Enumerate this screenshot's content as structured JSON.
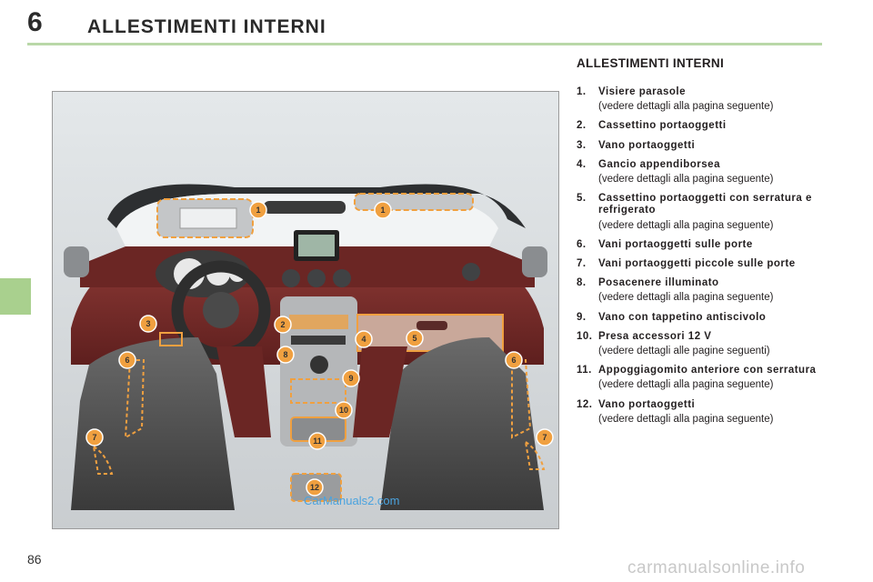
{
  "header": {
    "chapter_number": "6",
    "chapter_title": "ALLESTIMENTI INTERNI"
  },
  "legend": {
    "title": "ALLESTIMENTI INTERNI",
    "items": [
      {
        "num": "1.",
        "label": "Visiere parasole",
        "note": "(vedere dettagli alla pagina seguente)"
      },
      {
        "num": "2.",
        "label": "Cassettino portaoggetti",
        "note": ""
      },
      {
        "num": "3.",
        "label": "Vano portaoggetti",
        "note": ""
      },
      {
        "num": "4.",
        "label": "Gancio appendiborsea",
        "note": "(vedere dettagli alla pagina seguente)"
      },
      {
        "num": "5.",
        "label": "Cassettino portaoggetti con serratura e refrigerato",
        "note": "(vedere dettagli alla pagina seguente)"
      },
      {
        "num": "6.",
        "label": "Vani portaoggetti sulle porte",
        "note": ""
      },
      {
        "num": "7.",
        "label": "Vani portaoggetti piccole sulle porte",
        "note": ""
      },
      {
        "num": "8.",
        "label": "Posacenere illuminato",
        "note": "(vedere dettagli alla pagina seguente)"
      },
      {
        "num": "9.",
        "label": "Vano con tappetino antiscivolo",
        "note": ""
      },
      {
        "num": "10.",
        "label": "Presa accessori 12 V",
        "note": "(vedere dettagli alle pagine seguenti)"
      },
      {
        "num": "11.",
        "label": "Appoggiagomito anteriore con serratura",
        "note": "(vedere dettagli alla pagina seguente)"
      },
      {
        "num": "12.",
        "label": "Vano portaoggetti",
        "note": "(vedere dettagli alla pagina seguente)"
      }
    ]
  },
  "illustration": {
    "callouts": [
      "1",
      "1",
      "2",
      "3",
      "4",
      "5",
      "6",
      "6",
      "7",
      "7",
      "8",
      "9",
      "10",
      "11",
      "12"
    ],
    "watermark": "CarManuals2.com"
  },
  "footer": {
    "page_number": "86",
    "watermark": "carmanualsonline.info"
  },
  "colors": {
    "accent_green": "#a9d08e",
    "rule_green": "#b9d8a8",
    "callout_orange": "#f0a040",
    "leather_red": "#7a2a2a"
  }
}
